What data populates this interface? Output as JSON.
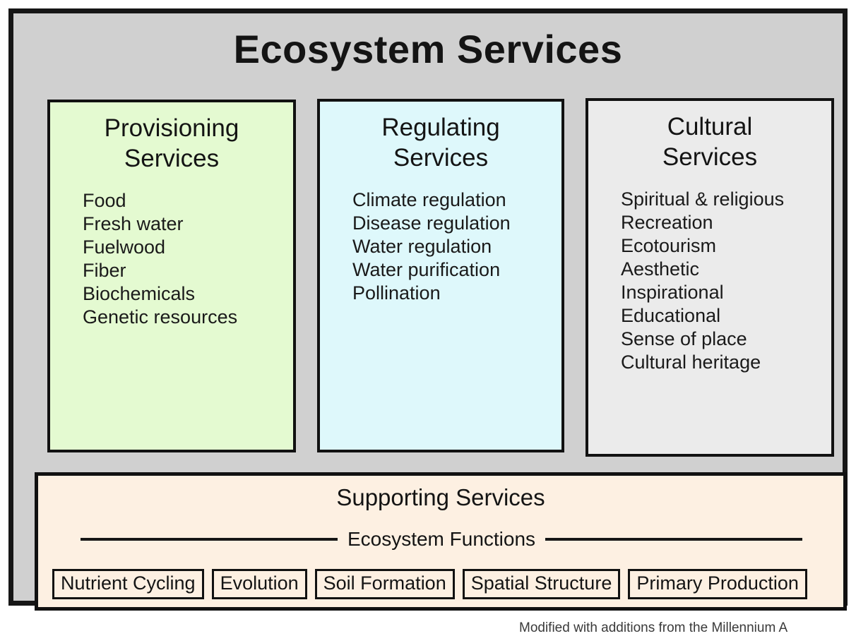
{
  "title": "Ecosystem Services",
  "panels": [
    {
      "name": "Provisioning Services",
      "title": "Provisioning\nServices",
      "items": [
        "Food",
        "Fresh water",
        "Fuelwood",
        "Fiber",
        "Biochemicals",
        "Genetic resources"
      ],
      "bg": "#e4fad1"
    },
    {
      "name": "Regulating Services",
      "title": "Regulating\nServices",
      "items": [
        "Climate regulation",
        "Disease regulation",
        "Water regulation",
        "Water purification",
        "Pollination"
      ],
      "bg": "#def8fb"
    },
    {
      "name": "Cultural Services",
      "title": "Cultural\nServices",
      "items": [
        "Spiritual & religious",
        "Recreation",
        "Ecotourism",
        "Aesthetic",
        "Inspirational",
        "Educational",
        "Sense of place",
        "Cultural heritage"
      ],
      "bg": "#ebebeb"
    }
  ],
  "supporting": {
    "title": "Supporting Services",
    "divider_label": "Ecosystem Functions",
    "functions": [
      "Nutrient Cycling",
      "Evolution",
      "Soil Formation",
      "Spatial Structure",
      "Primary Production"
    ],
    "bg": "#fdf0e2"
  },
  "caption": "Modified with additions from the Millennium A",
  "colors": {
    "frame_bg": "#d0d0d0",
    "border": "#161616",
    "provisioning_bg": "#e4fad1",
    "regulating_bg": "#def8fb",
    "cultural_bg": "#ebebeb",
    "supporting_bg": "#fdf0e2"
  }
}
